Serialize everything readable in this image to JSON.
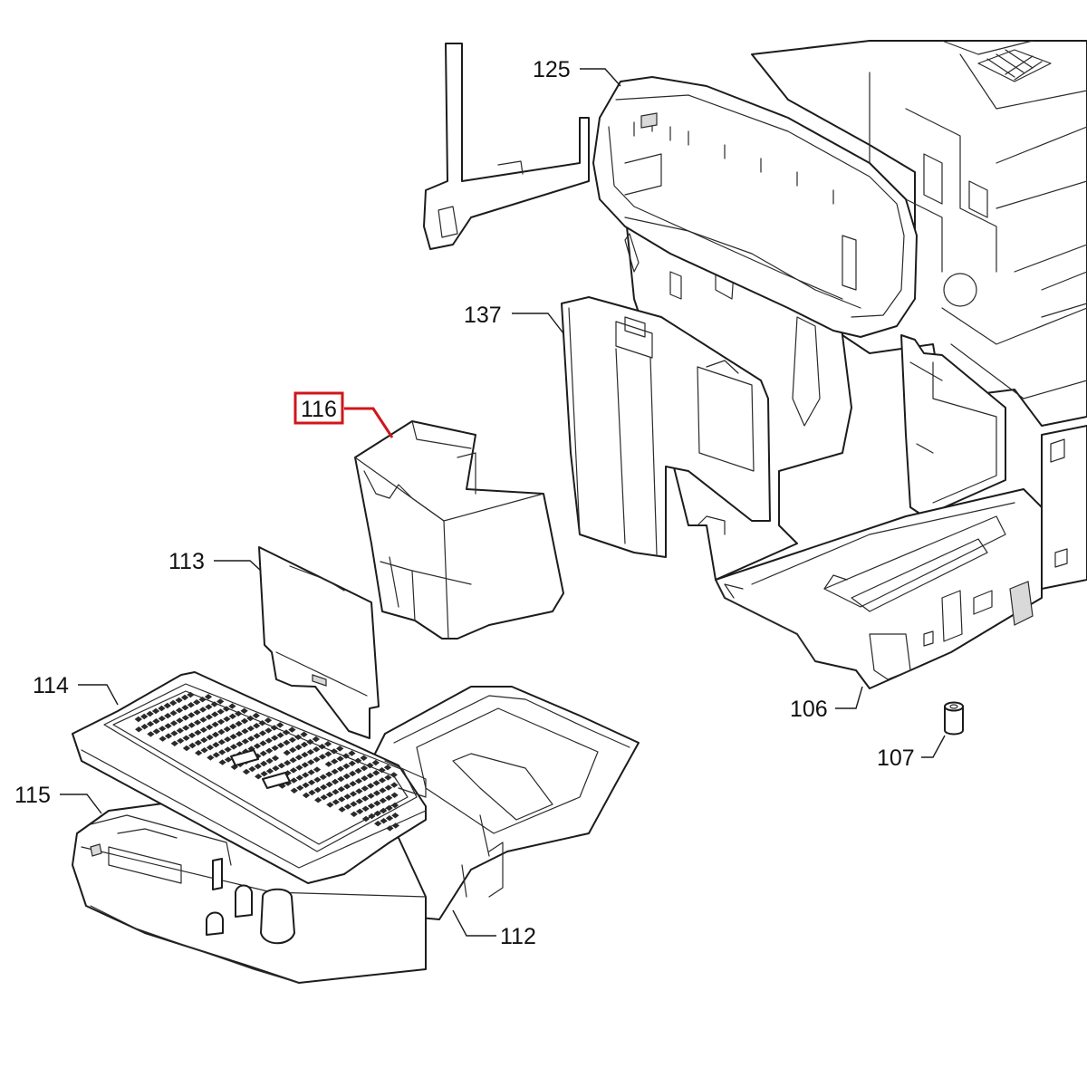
{
  "diagram": {
    "highlight_color": "#d0161b",
    "highlighted_part": "116",
    "callouts": [
      {
        "id": "c125",
        "label": "125"
      },
      {
        "id": "c137",
        "label": "137"
      },
      {
        "id": "c116",
        "label": "116"
      },
      {
        "id": "c113",
        "label": "113"
      },
      {
        "id": "c114",
        "label": "114"
      },
      {
        "id": "c115",
        "label": "115"
      },
      {
        "id": "c112",
        "label": "112"
      },
      {
        "id": "c106",
        "label": "106"
      },
      {
        "id": "c107",
        "label": "107"
      }
    ]
  }
}
